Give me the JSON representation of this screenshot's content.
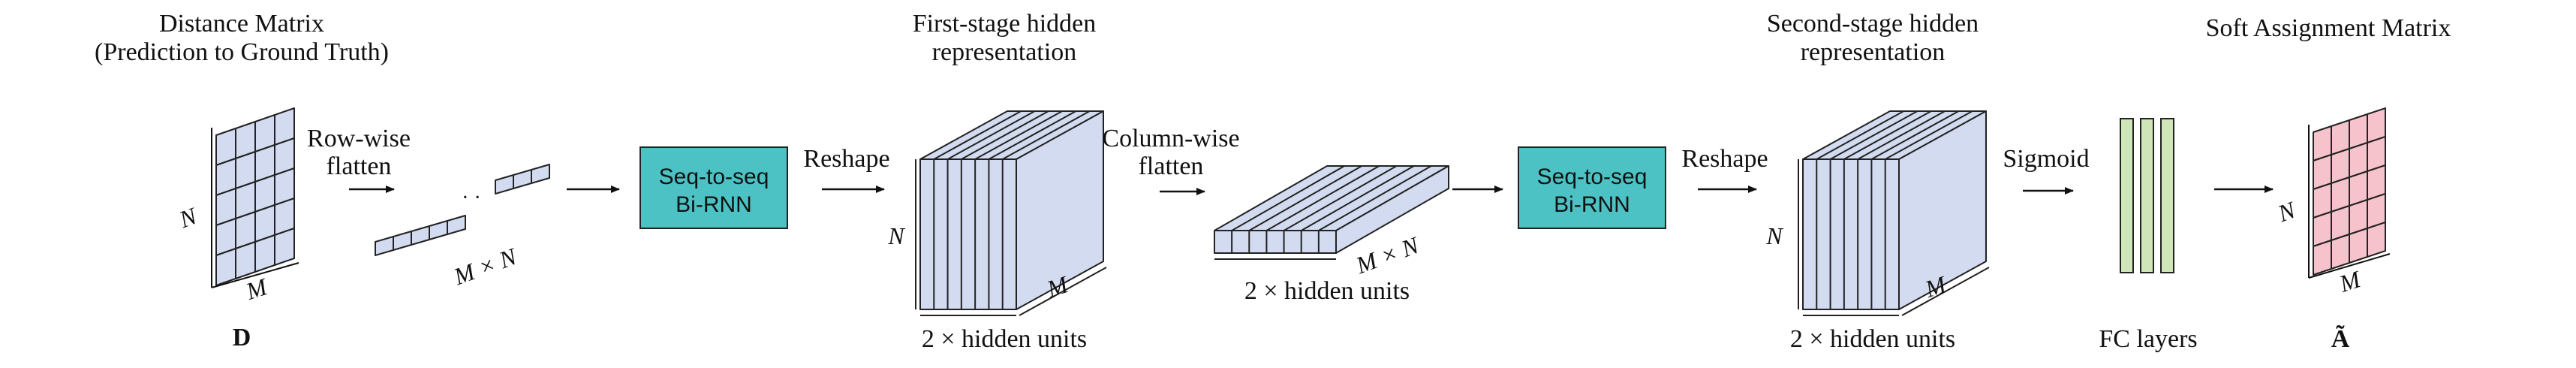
{
  "stages": {
    "distance_matrix": {
      "title_line1": "Distance Matrix",
      "title_line2": "(Prediction to Ground Truth)",
      "symbol": "D",
      "n_label": "N",
      "m_label": "M"
    },
    "row_flatten": {
      "op_line1": "Row-wise",
      "op_line2": "flatten",
      "size_label": "M × N"
    },
    "rnn1": {
      "line1": "Seq-to-seq",
      "line2": "Bi-RNN"
    },
    "reshape1": {
      "op": "Reshape"
    },
    "first_hidden": {
      "title_line1": "First-stage hidden",
      "title_line2": "representation",
      "n_label": "N",
      "m_label": "M",
      "width_label": "2 × hidden units"
    },
    "column_flatten": {
      "op_line1": "Column-wise",
      "op_line2": "flatten",
      "size_label": "M × N",
      "width_label": "2 × hidden units"
    },
    "rnn2": {
      "line1": "Seq-to-seq",
      "line2": "Bi-RNN"
    },
    "reshape2": {
      "op": "Reshape"
    },
    "second_hidden": {
      "title_line1": "Second-stage hidden",
      "title_line2": "representation",
      "n_label": "N",
      "m_label": "M",
      "width_label": "2 × hidden units"
    },
    "sigmoid": {
      "op": "Sigmoid"
    },
    "fc": {
      "label": "FC layers"
    },
    "soft_assignment": {
      "title": "Soft Assignment Matrix",
      "symbol": "Ã",
      "n_label": "N",
      "m_label": "M"
    }
  },
  "colors": {
    "grid_fill": "#d3dbf0",
    "block_fill": "#d3dbf0",
    "rnn_fill": "#4cc2c4",
    "fc_fill": "#cfe6b9",
    "soft_fill": "#f6c2cb",
    "stroke": "#222222"
  },
  "icons": [
    "arrow-right-icon"
  ]
}
